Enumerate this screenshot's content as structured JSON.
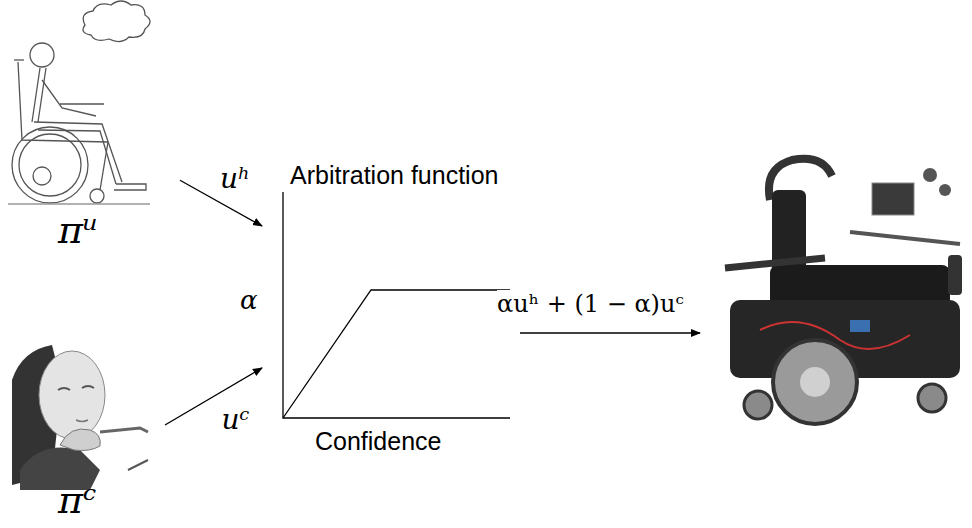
{
  "diagram": {
    "nodes": [
      {
        "text": [
          "πᵘ"
        ]
      },
      {
        "text": [
          "πᶜ"
        ]
      },
      {
        "text": [
          "Arbitration function",
          "α",
          "Confidence"
        ]
      }
    ],
    "edges": [
      {
        "from": 0,
        "to": 2,
        "arrow": "to",
        "label": "uʰ"
      },
      {
        "from": 1,
        "to": 2,
        "arrow": "to",
        "label": "uᶜ"
      }
    ],
    "labels": [
      "αuʰ + (1 − α)uᶜ"
    ]
  }
}
